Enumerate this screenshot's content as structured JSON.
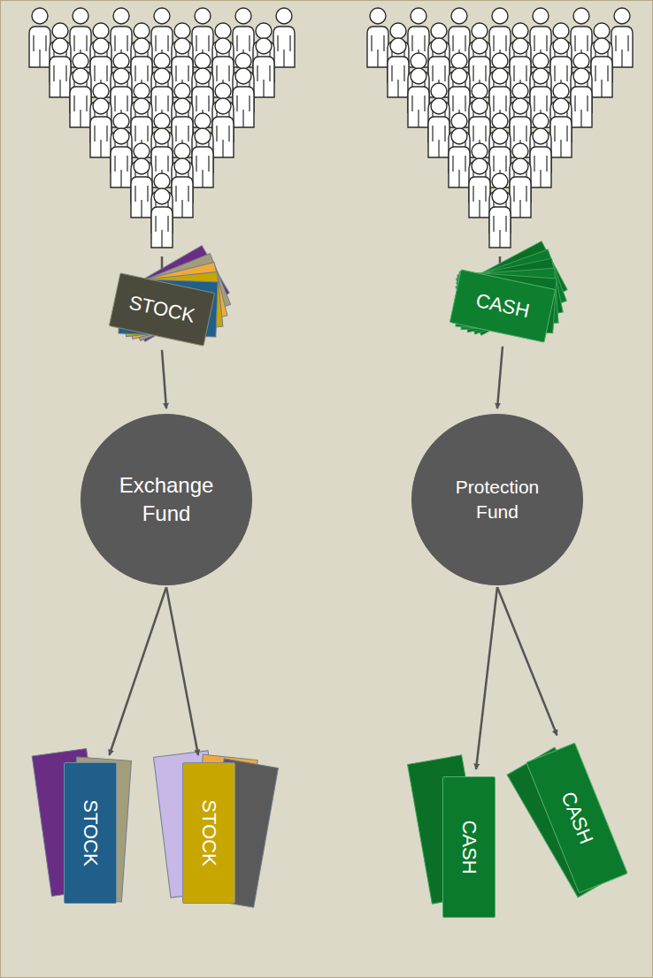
{
  "diagram": {
    "nodes": [
      {
        "text": [
          "STOCK"
        ]
      },
      {
        "text": [
          "CASH"
        ]
      },
      {
        "text": [
          "Exchange Fund"
        ]
      },
      {
        "text": [
          "Protection Fund"
        ]
      },
      {
        "text": [
          "STOCK"
        ]
      },
      {
        "text": [
          "STOCK"
        ]
      },
      {
        "text": [
          "CASH"
        ]
      },
      {
        "text": [
          "CASH"
        ]
      }
    ],
    "edges": [
      {
        "from": 0,
        "to": 2,
        "arrow": "to"
      },
      {
        "from": 1,
        "to": 3,
        "arrow": "to"
      },
      {
        "from": 2,
        "to": 4,
        "arrow": "to"
      },
      {
        "from": 2,
        "to": 5,
        "arrow": "to"
      },
      {
        "from": 3,
        "to": 6,
        "arrow": "to"
      },
      {
        "from": 3,
        "to": 7,
        "arrow": "to"
      }
    ]
  }
}
